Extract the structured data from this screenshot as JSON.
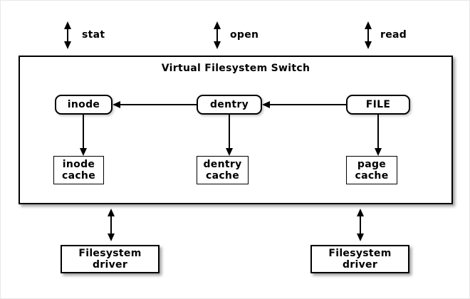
{
  "colors": {
    "line": "#000000",
    "background": "#ffffff",
    "shadow": "#9e9e9e"
  },
  "vfs": {
    "title": "Virtual Filesystem Switch"
  },
  "syscalls": [
    {
      "label": "stat"
    },
    {
      "label": "open"
    },
    {
      "label": "read"
    }
  ],
  "objects": [
    {
      "label": "inode"
    },
    {
      "label": "dentry"
    },
    {
      "label": "FILE"
    }
  ],
  "caches": [
    {
      "line1": "inode",
      "line2": "cache"
    },
    {
      "line1": "dentry",
      "line2": "cache"
    },
    {
      "line1": "page",
      "line2": "cache"
    }
  ],
  "drivers": [
    {
      "line1": "Filesystem",
      "line2": "driver"
    },
    {
      "line1": "Filesystem",
      "line2": "driver"
    }
  ]
}
